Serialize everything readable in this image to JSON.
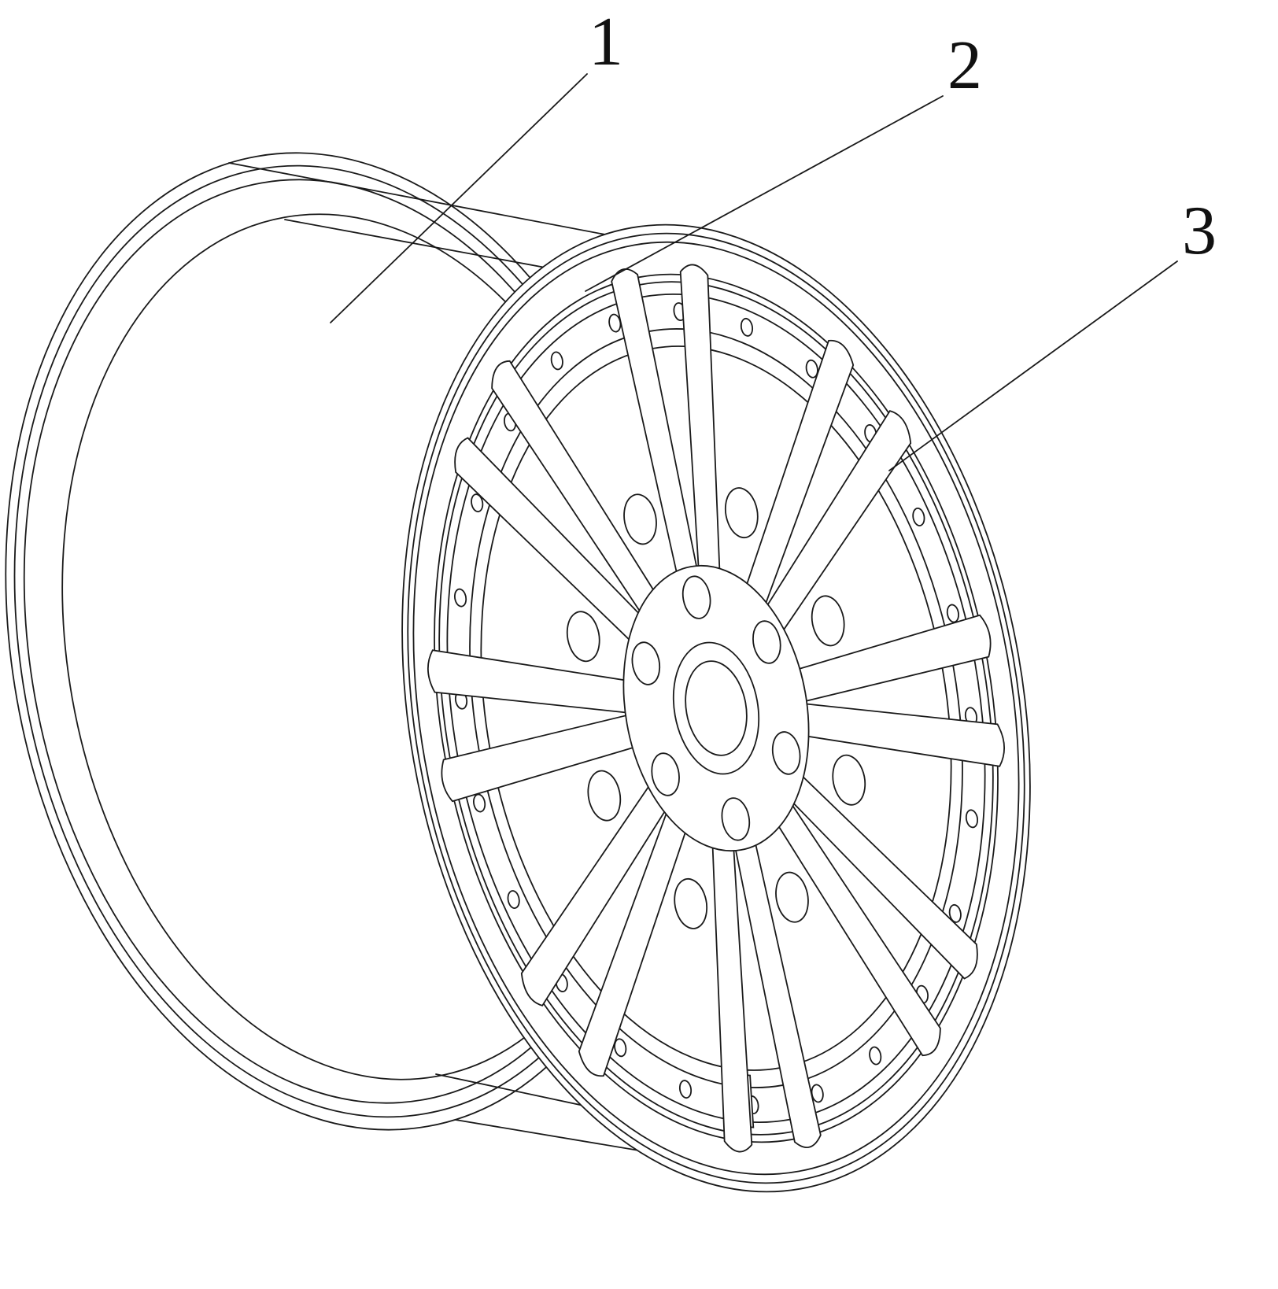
{
  "figure": {
    "callouts": [
      {
        "label": "1"
      },
      {
        "label": "2"
      },
      {
        "label": "3"
      }
    ]
  },
  "colors": {
    "line": "#1a1a1a",
    "background": "#ffffff"
  }
}
